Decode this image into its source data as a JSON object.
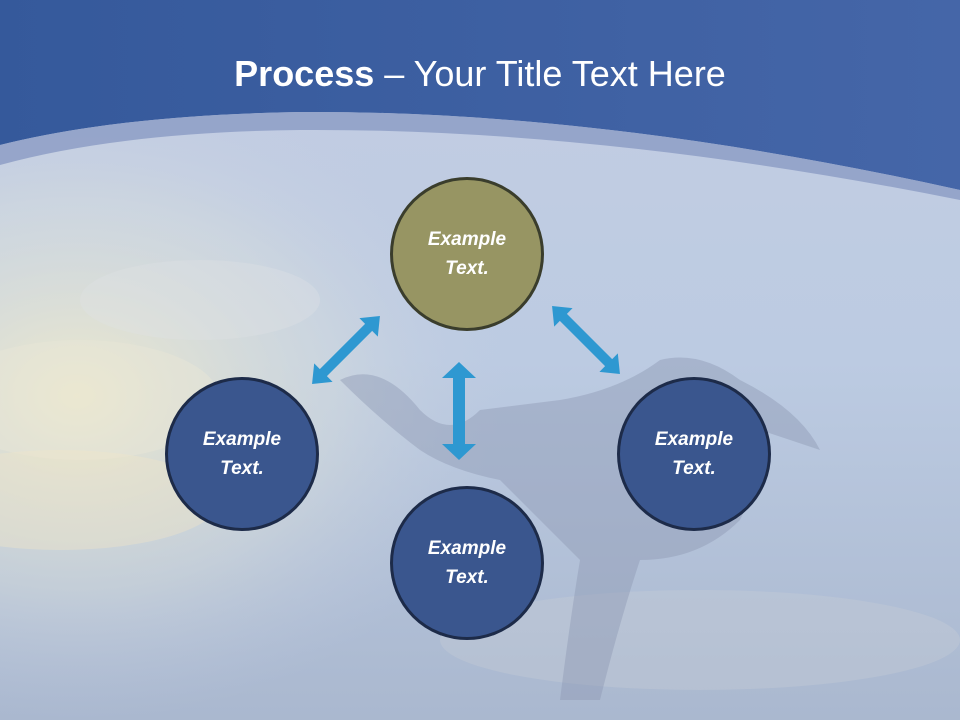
{
  "title": {
    "bold": "Process",
    "rest": " – Your Title Text Here"
  },
  "nodes": [
    {
      "line1": "Example",
      "line2": "Text."
    },
    {
      "line1": "Example",
      "line2": "Text."
    },
    {
      "line1": "Example",
      "line2": "Text."
    },
    {
      "line1": "Example",
      "line2": "Text."
    }
  ],
  "colors": {
    "header": "#3a5c9e",
    "top_node": "#979563",
    "nodes": "#3a568e",
    "arrows": "#2e98d1"
  }
}
